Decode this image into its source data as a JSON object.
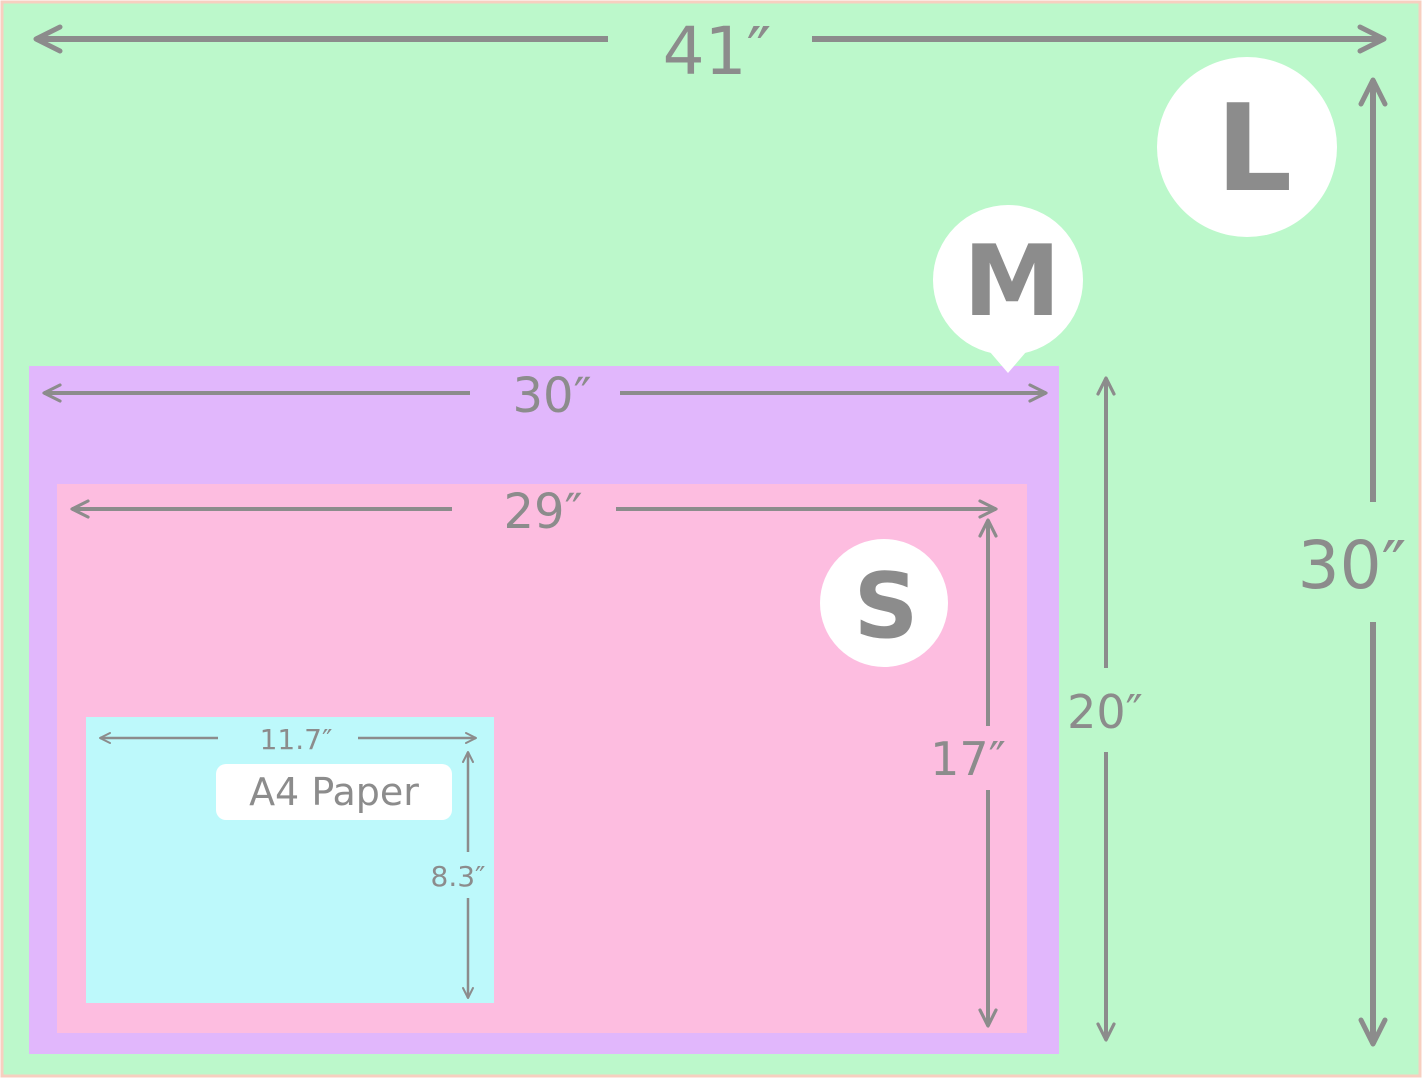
{
  "colors": {
    "large": "#bcf8cb",
    "medium": "#e1b7fc",
    "small": "#fdbde0",
    "a4": "#bdf9fb",
    "outline": "#f7cfc0",
    "arrow": "#8c8c8c",
    "badge_fill": "#ffffff",
    "text": "#8c8c8c"
  },
  "sizes": {
    "large": {
      "badge": "L",
      "width_label": "41″",
      "height_label": "30″"
    },
    "medium": {
      "badge": "M",
      "width_label": "30″",
      "height_label": "20″"
    },
    "small": {
      "badge": "S",
      "width_label": "29″",
      "height_label": "17″"
    },
    "a4": {
      "name": "A4 Paper",
      "width_label": "11.7″",
      "height_label": "8.3″"
    }
  }
}
